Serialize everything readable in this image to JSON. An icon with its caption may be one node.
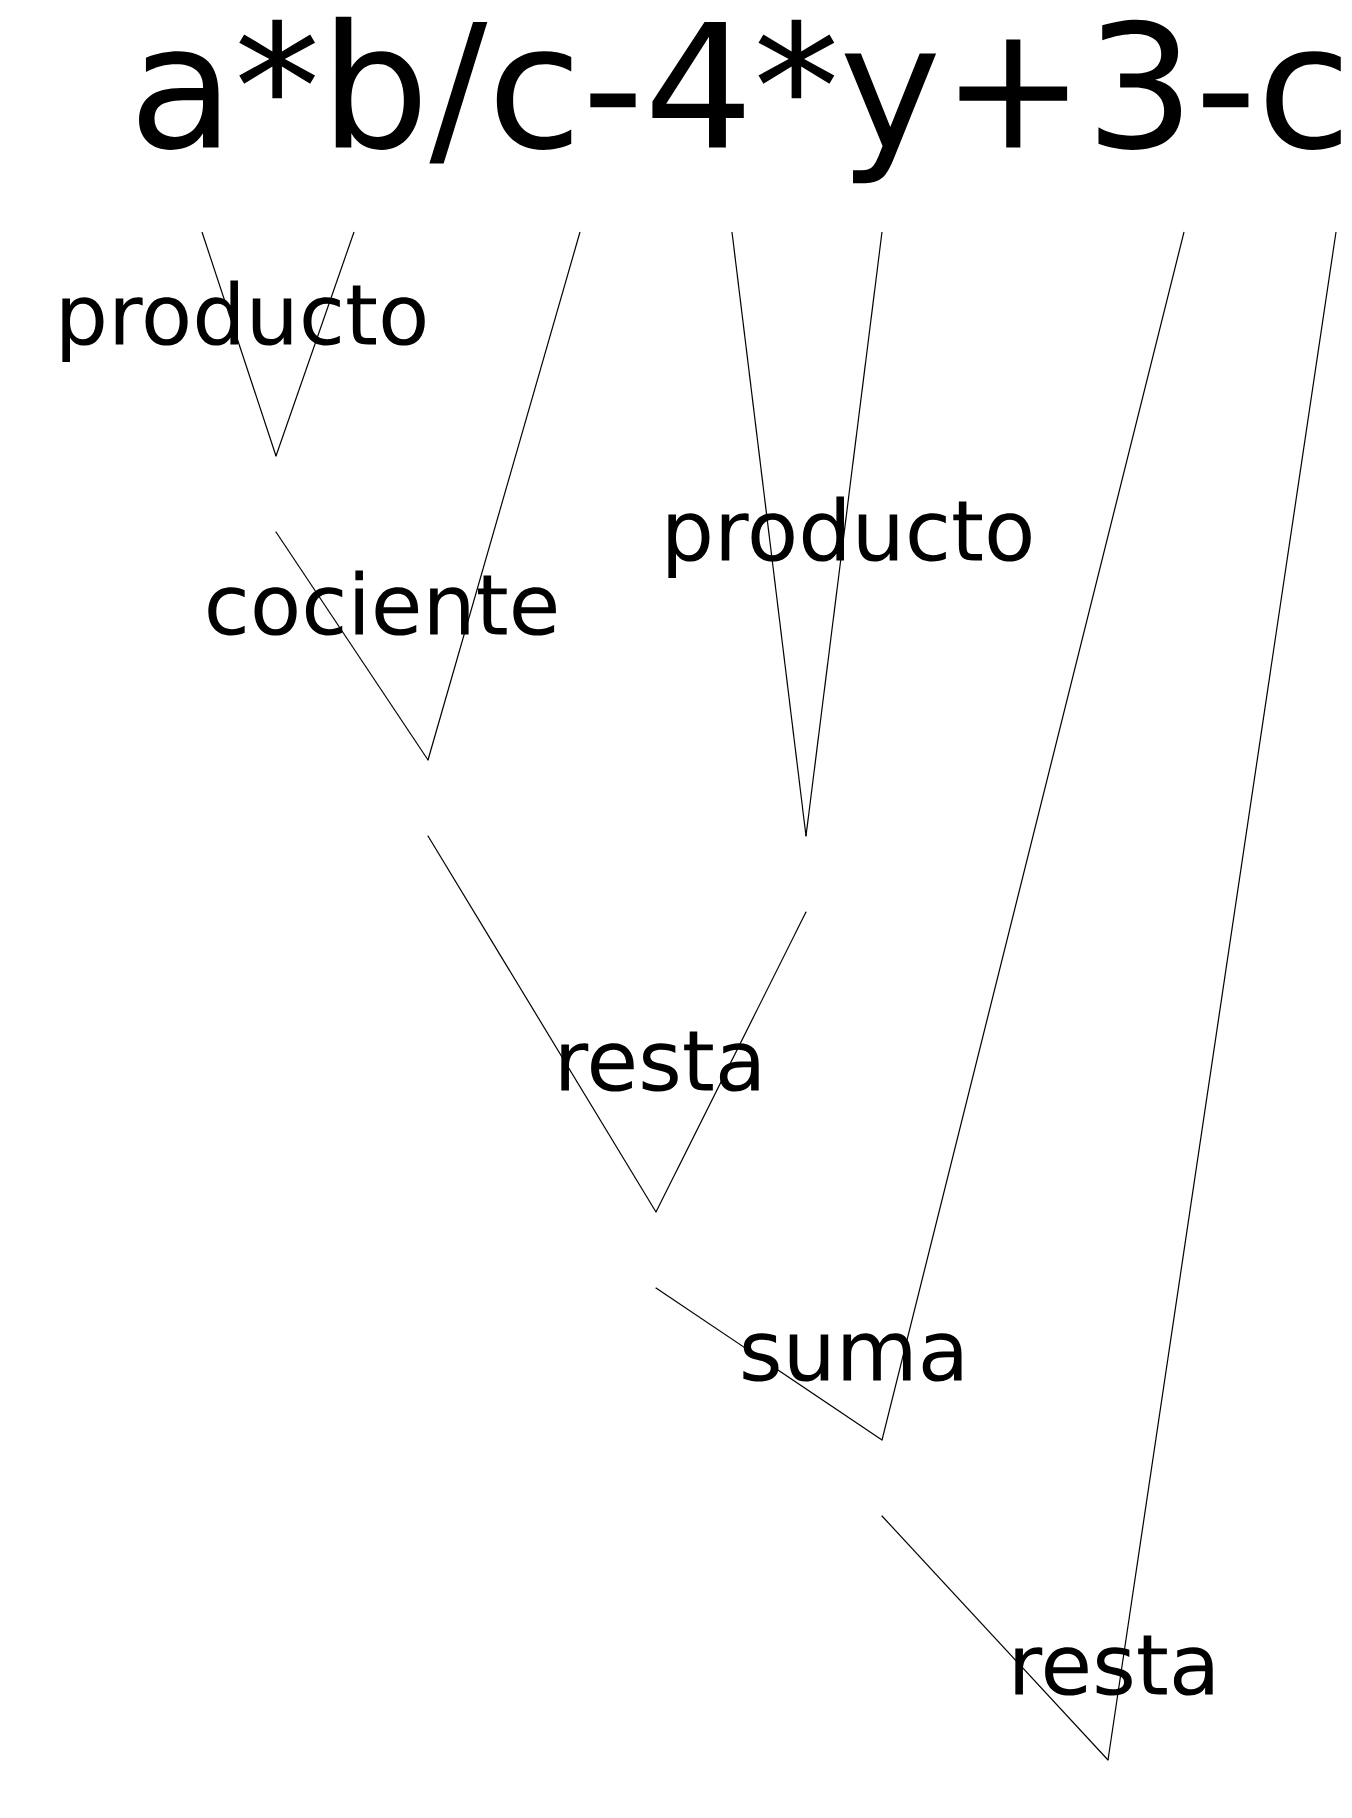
{
  "diagram": {
    "title": "a*b/c-4*y+3-c",
    "nodes": [
      {
        "text": [
          "producto"
        ]
      },
      {
        "text": [
          "cociente"
        ]
      },
      {
        "text": [
          "producto"
        ]
      },
      {
        "text": [
          "resta"
        ]
      },
      {
        "text": [
          "suma"
        ]
      },
      {
        "text": [
          "resta"
        ]
      }
    ],
    "edges": [
      {
        "from": null,
        "to": 0,
        "arrow": "none"
      },
      {
        "from": null,
        "to": 0,
        "arrow": "none"
      },
      {
        "from": 0,
        "to": 1,
        "arrow": "none"
      },
      {
        "from": null,
        "to": 1,
        "arrow": "none"
      },
      {
        "from": null,
        "to": 2,
        "arrow": "none"
      },
      {
        "from": null,
        "to": 2,
        "arrow": "none"
      },
      {
        "from": 1,
        "to": 3,
        "arrow": "none"
      },
      {
        "from": 2,
        "to": 3,
        "arrow": "none"
      },
      {
        "from": 3,
        "to": 4,
        "arrow": "none"
      },
      {
        "from": null,
        "to": 4,
        "arrow": "none"
      },
      {
        "from": 4,
        "to": 5,
        "arrow": "none"
      },
      {
        "from": null,
        "to": 5,
        "arrow": "none"
      }
    ]
  }
}
